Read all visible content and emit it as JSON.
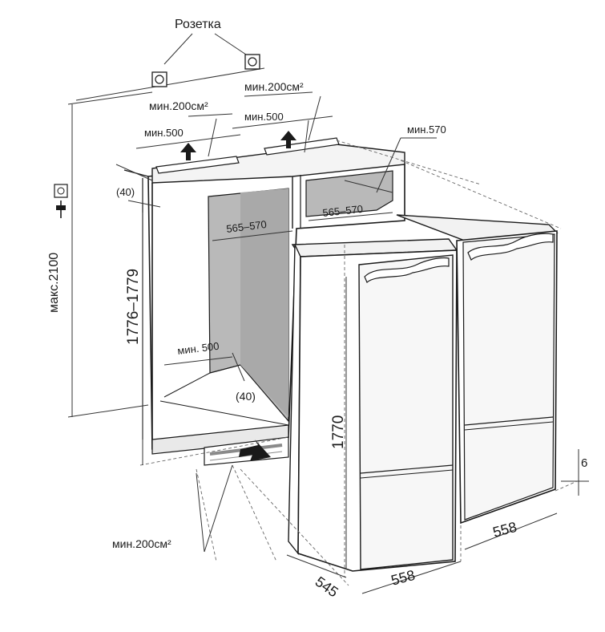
{
  "labels": {
    "socket": "Розетка",
    "vent_top_left": "мин.200см²",
    "vent_top_right": "мин.200см²",
    "vent_bottom": "мин.200см²",
    "depth_top_left": "мин.500",
    "depth_top_right": "мин.500",
    "depth_bottom": "мин. 500",
    "min570": "мин.570",
    "niche_width_left": "565–570",
    "niche_width_right": "565–570",
    "gap_top": "(40)",
    "gap_bottom": "(40)",
    "max_height": "макс.2100",
    "niche_height": "1776–1779",
    "appliance_height": "1770",
    "appliance_depth": "545",
    "appliance_width_left": "558",
    "appliance_width_right": "558",
    "plinth_gap": "6"
  },
  "colors": {
    "line": "#1a1a1a",
    "niche_shade": "#b9b9b9",
    "panel_light": "#ececec",
    "vent_grille": "#8a8a8a"
  },
  "icons": [
    "socket-icon",
    "plug-icon",
    "airflow-arrow-icon"
  ]
}
